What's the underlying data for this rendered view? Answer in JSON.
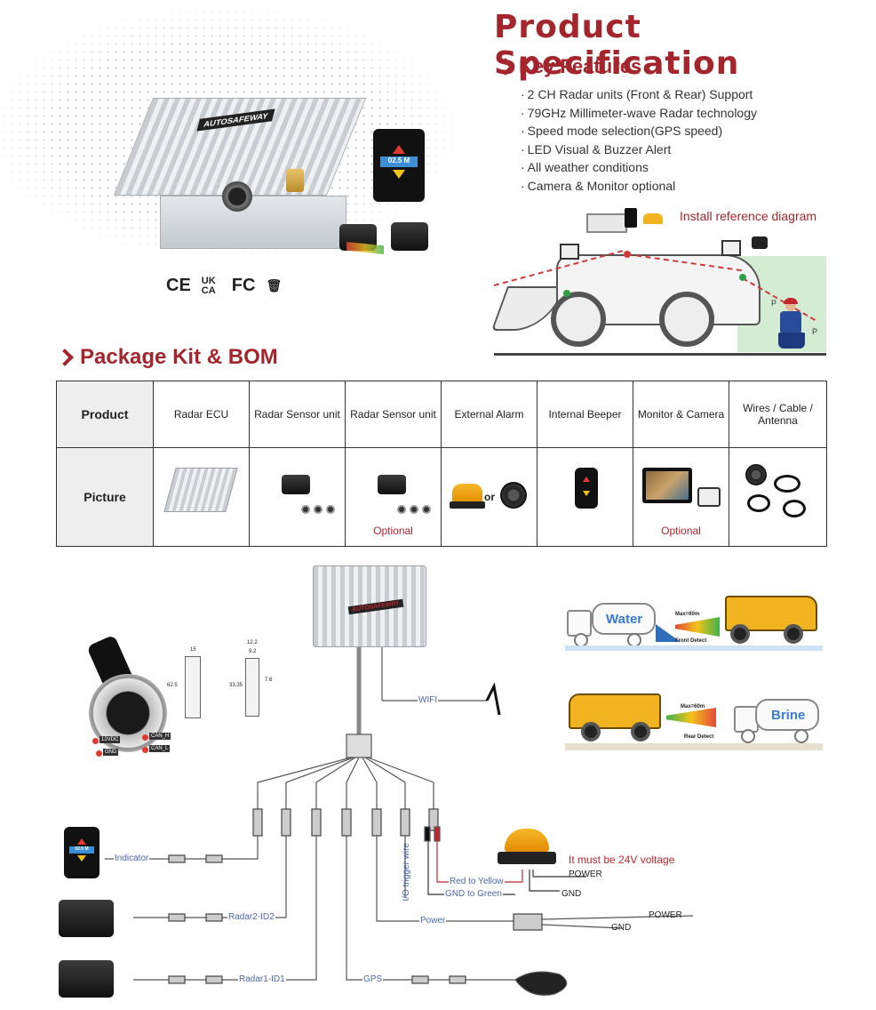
{
  "header": {
    "title": "Product Specification",
    "key_features_title": "Key Features",
    "features": [
      "2 CH Radar units (Front & Rear) Support",
      "79GHz Millimeter-wave Radar technology",
      "Speed mode selection(GPS speed)",
      "LED Visual & Buzzer Alert",
      "All weather conditions",
      "Camera & Monitor optional"
    ]
  },
  "product_image": {
    "brand_label": "AUTOSAFEWAY",
    "indicator_readout": "02.5 M",
    "certifications": [
      "CE",
      "UK CA",
      "FC",
      "WEEE"
    ]
  },
  "install": {
    "label": "Install reference diagram",
    "markers": [
      "P",
      "P"
    ]
  },
  "package": {
    "title": "Package Kit & BOM",
    "row_headers": [
      "Product",
      "Picture"
    ],
    "items": [
      {
        "name": "Radar ECU",
        "note": ""
      },
      {
        "name": "Radar Sensor unit",
        "note": ""
      },
      {
        "name": "Radar Sensor unit",
        "note": "Optional"
      },
      {
        "name": "External Alarm",
        "note": "",
        "or": "or"
      },
      {
        "name": "Internal Beeper",
        "note": ""
      },
      {
        "name": "Monitor & Camera",
        "note": "Optional"
      },
      {
        "name": "Wires / Cable / Antenna",
        "note": ""
      }
    ]
  },
  "wiring": {
    "wifi": "WIFI",
    "indicator": "Indicator",
    "radar2": "Radar2-ID2",
    "radar1": "Radar1-ID1",
    "power": "Power",
    "gps": "GPS",
    "io_trigger": "I/O trigger wire",
    "red_to_yellow": "Red to Yellow",
    "gnd_to_green": "GND to Green",
    "warning": "It must be 24V voltage",
    "alarm_power": "POWER",
    "alarm_gnd": "GND",
    "supply_power": "POWER",
    "supply_gnd": "GND",
    "pins": [
      "12VDC",
      "GND",
      "CAN_H",
      "CAN_L"
    ],
    "dims": [
      "15",
      "12.2",
      "9.2",
      "62.5",
      "33.35",
      "7.6"
    ]
  },
  "scenes": {
    "front_truck_label": "Water",
    "front_max": "Max=60m",
    "front_detect": "Front Detect",
    "rear_truck_label": "Brine",
    "rear_max": "Max=60m",
    "rear_detect": "Rear Detect"
  },
  "colors": {
    "brand_red": "#a4262c",
    "optional_red": "#b4232a",
    "wire_blue": "#4a68a8",
    "warning_red": "#c0272d"
  }
}
